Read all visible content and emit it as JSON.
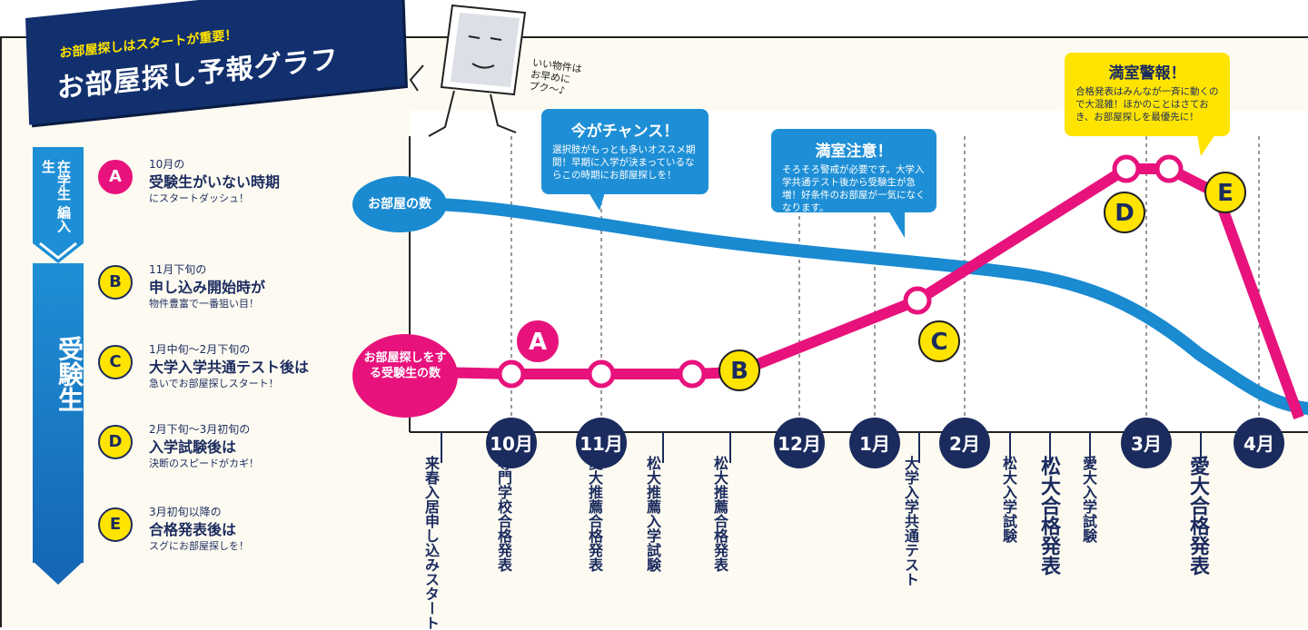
{
  "header": {
    "subtitle": "お部屋探しはスタートが重要！",
    "title": "お部屋探し予報グラフ"
  },
  "mascot_note": [
    "いい物件は",
    "お早めに",
    "プク～♪"
  ],
  "sidebar": {
    "top_label": "在学生 編入生",
    "bottom_label": "受験生"
  },
  "phases": [
    {
      "key": "A",
      "line1": "10月の",
      "line2": "受験生がいない時期",
      "line3": "にスタートダッシュ！"
    },
    {
      "key": "B",
      "line1": "11月下旬の",
      "line2": "申し込み開始時が",
      "line3": "物件豊富で一番狙い目！"
    },
    {
      "key": "C",
      "line1": "1月中旬～2月下旬の",
      "line2": "大学入学共通テスト後は",
      "line3": "急いでお部屋探しスタート！"
    },
    {
      "key": "D",
      "line1": "2月下旬～3月初旬の",
      "line2": "入学試験後は",
      "line3": "決断のスピードがカギ！"
    },
    {
      "key": "E",
      "line1": "3月初旬以降の",
      "line2": "合格発表後は",
      "line3": "スグにお部屋探しを！"
    }
  ],
  "callouts": {
    "chance": {
      "title": "今がチャンス！",
      "body": "選択肢がもっとも多いオススメ期間！早期に入学が決まっているならこの時期にお部屋探しを！"
    },
    "caution": {
      "title": "満室注意！",
      "body": "そろそろ警戒が必要です。大学入学共通テスト後から受験生が急増！好条件のお部屋が一気になくなります。"
    },
    "warning": {
      "title": "満室警報！",
      "body": "合格発表はみんなが一斉に動くので大混雑！ほかのことはさておき、お部屋探しを最優先に！"
    }
  },
  "colors": {
    "rooms_line": "#1a8ad1",
    "seekers_line": "#e8127c",
    "navy": "#1b2b5e",
    "yellow": "#ffe400",
    "callout_blue": "#1e8fd6"
  },
  "chart_data": {
    "type": "line",
    "title": "お部屋探し予報グラフ",
    "x": [
      "10月",
      "11月",
      "12月",
      "1月",
      "2月",
      "3月",
      "4月"
    ],
    "series": [
      {
        "name": "お部屋の数",
        "description_points": "high in October, gently decreasing through March, falling steeply after March"
      },
      {
        "name": "お部屋探しをする受験生の数",
        "description_points": "flat low through November, rising from late November to a peak in early March, then dropping sharply by April"
      }
    ],
    "phase_markers": [
      "A",
      "B",
      "C",
      "D",
      "E"
    ],
    "events": [
      "来春入居申し込みスタート",
      "専門学校合格発表",
      "愛大推薦合格発表",
      "松大推薦入学試験",
      "松大推薦合格発表",
      "大学入学共通テスト",
      "松大入学試験",
      "松大合格発表",
      "愛大入学試験",
      "愛大合格発表"
    ],
    "grid": "vertical dashed lines at months",
    "legend": "labels on the left of the lines"
  }
}
